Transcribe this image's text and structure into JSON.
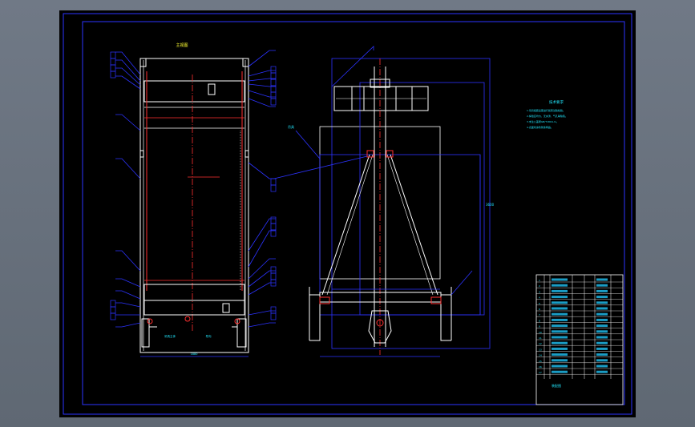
{
  "colors": {
    "background": "#000000",
    "frame": "#2c33ff",
    "line_white": "#ffffff",
    "line_red": "#ff3030",
    "line_blue": "#3a40ff",
    "line_yellow": "#ffff33",
    "text_cyan": "#22e8ff",
    "text_blue": "#4c5cff",
    "viewer_gray": "#6e7784"
  },
  "views": {
    "left_title": "主视图",
    "right_label": "吊具"
  },
  "labels": {
    "dim_bottom_left": "1880",
    "label_bottom_a": "吊具主体",
    "label_bottom_b": "导向",
    "dim_right_vertical": "3600"
  },
  "notes": {
    "heading": "技术要求",
    "lines": [
      "1.吊具组装后需进行载荷试验检验。",
      "2.焊缝应均匀，无夹渣、气孔等缺陷。",
      "3.未注公差按GB/T1804-m。",
      "4.表面喷涂防锈漆两遍。"
    ]
  },
  "title_block": {
    "rows_left": [
      "1",
      "2",
      "3",
      "4",
      "5",
      "6",
      "7",
      "8",
      "9",
      "10",
      "11",
      "12",
      "13",
      "14",
      "15",
      "16",
      "17"
    ],
    "footer": "装配图"
  }
}
